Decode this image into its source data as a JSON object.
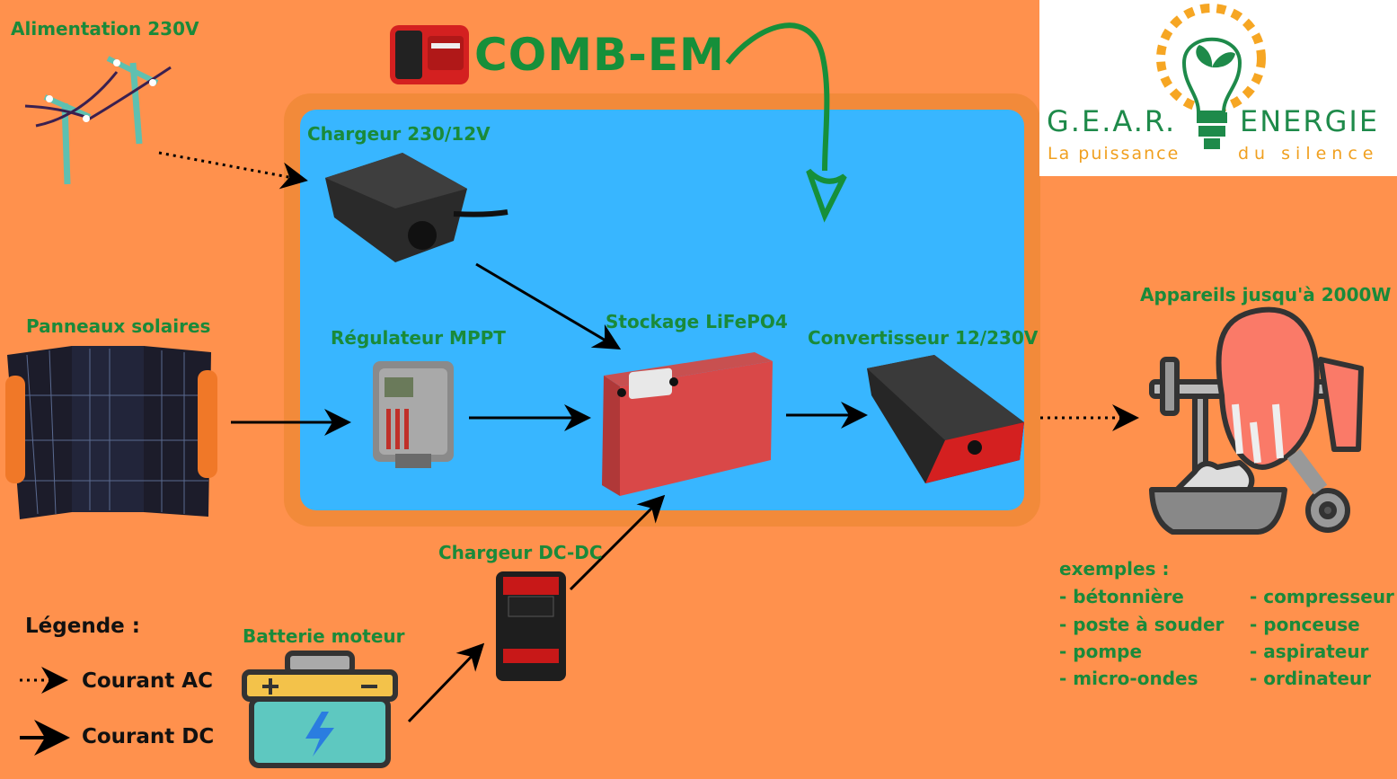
{
  "title": "COMB-EM",
  "nodes": {
    "grid": "Alimentation 230V",
    "charger": "Chargeur 230/12V",
    "solar": "Panneaux solaires",
    "mppt": "Régulateur MPPT",
    "storage": "Stockage LiFePO4",
    "inverter": "Convertisseur 12/230V",
    "appliances": "Appareils jusqu'à 2000W",
    "dcdc": "Chargeur DC-DC",
    "engine_battery": "Batterie moteur"
  },
  "logo": {
    "brand_left": "G.E.A.R.",
    "brand_right": "ENERGIE",
    "tagline_left": "La puissance",
    "tagline_right": "du silence"
  },
  "legend": {
    "title": "Légende :",
    "ac": "Courant AC",
    "dc": "Courant DC"
  },
  "examples": {
    "title": "exemples :",
    "col1": [
      "- bétonnière",
      "- poste à souder",
      "- pompe",
      "- micro-ondes"
    ],
    "col2": [
      "- compresseur",
      "- ponceuse",
      "- aspirateur",
      "- ordinateur"
    ]
  },
  "colors": {
    "background": "#ff914d",
    "system_box": "#38b6ff",
    "label_green": "#1a8a3a"
  }
}
